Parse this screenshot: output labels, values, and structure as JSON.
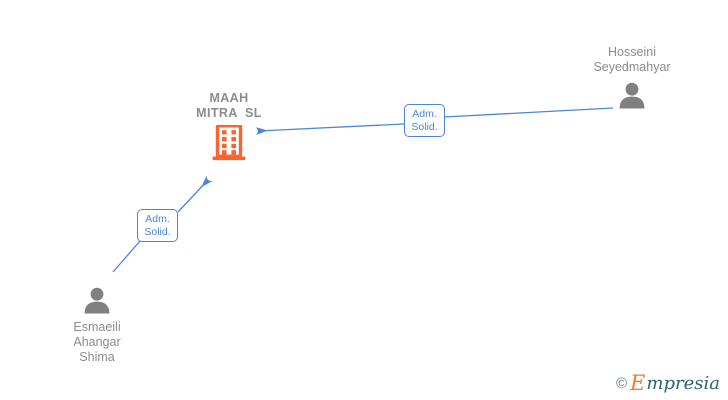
{
  "diagram": {
    "title": "MAAH MITRA SL shareholder / administrator relations diagram",
    "background": "#ffffff",
    "edge_color": "#4a86d8",
    "company_color": "#fa6432",
    "person_color": "#808080",
    "text_color": "#8c8c8c"
  },
  "company": {
    "name_line1": "MAAH",
    "name_line2": "MITRA  SL",
    "icon": "building-icon"
  },
  "persons": [
    {
      "id": "hosseini",
      "name": "Hosseini\nSeyedmahyar",
      "icon": "person-icon"
    },
    {
      "id": "esmaeili",
      "name": "Esmaeili\nAhangar\nShima",
      "icon": "person-icon"
    }
  ],
  "relations": [
    {
      "id": "rel-hosseini",
      "label": "Adm.\nSolid.",
      "from": "hosseini",
      "to": "company"
    },
    {
      "id": "rel-esmaeili",
      "label": "Adm.\nSolid.",
      "from": "esmaeili",
      "to": "company"
    }
  ],
  "watermark": {
    "copyright": "©",
    "brand_initial": "E",
    "brand_rest": "mpresia"
  }
}
